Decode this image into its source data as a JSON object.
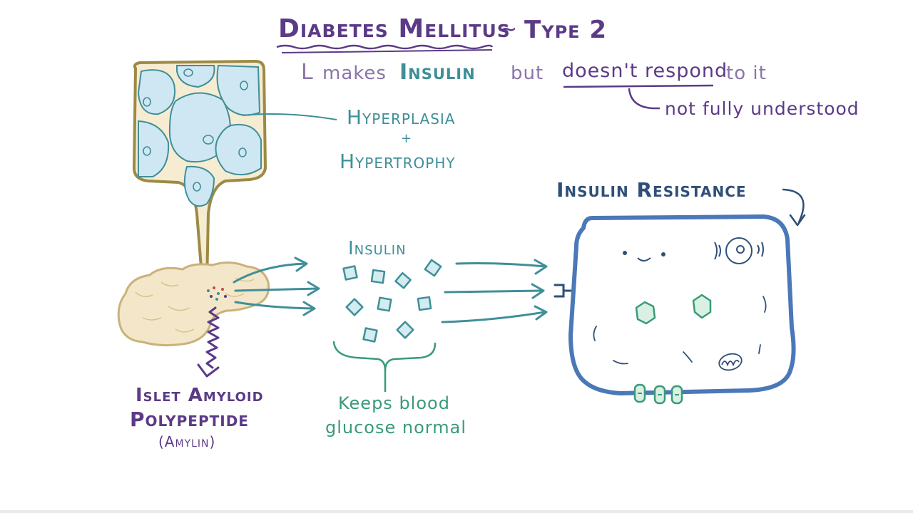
{
  "title": {
    "main": "Diabetes Mellitus",
    "sep": "~",
    "type": "Type 2"
  },
  "subtitle": {
    "hook": "L",
    "makes": "makes",
    "insulin": "Insulin",
    "but": "but",
    "doesnt": "doesn't respond",
    "toit": "to it",
    "note": "not fully understood"
  },
  "adipose": {
    "line1": "Hyperplasia",
    "plus": "+",
    "line2": "Hypertrophy"
  },
  "insulin_label": "Insulin",
  "insulin_note": {
    "line1": "Keeps blood",
    "line2": "glucose normal"
  },
  "resistance_label": "Insulin Resistance",
  "amylin": {
    "line1": "Islet Amyloid",
    "line2": "Polypeptide",
    "line3": "(Amylin)"
  },
  "colors": {
    "purple": "#5b3a86",
    "lavender": "#8a75a8",
    "teal": "#3f8f99",
    "green": "#3a9a78",
    "navy": "#2f4f78",
    "cell_border": "#4a78b8",
    "adipose_border": "#9c8a45",
    "adipose_fill": "#f6ecd2",
    "fat_cell_fill": "#cfe7f2",
    "pancreas_fill": "#f4e6c8",
    "pancreas_border": "#c9b27a"
  }
}
